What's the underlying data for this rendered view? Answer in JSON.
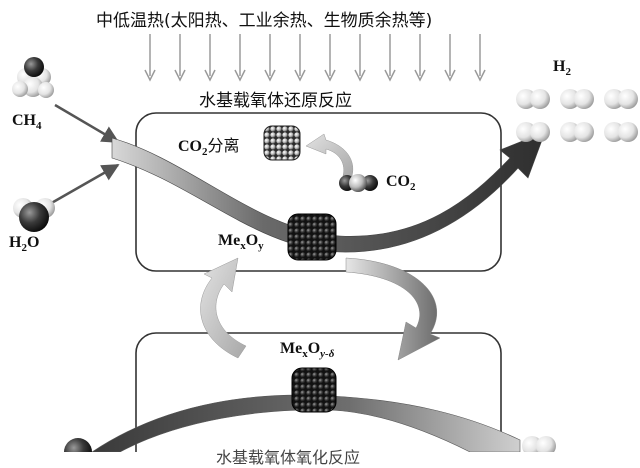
{
  "header": {
    "heat_source": "中低温热(太阳热、工业余热、生物质余热等)",
    "reaction_title": "水基载氧体还原反应"
  },
  "labels": {
    "ch4": {
      "base": "CH",
      "sub": "4"
    },
    "h2o": {
      "pre": "H",
      "sub": "2",
      "post": "O"
    },
    "h2": {
      "base": "H",
      "sub": "2"
    },
    "co2_separation": {
      "pre": "CO",
      "sub": "2",
      "post": "分离"
    },
    "co2": {
      "base": "CO",
      "sub": "2"
    },
    "mexoy": {
      "me": "Me",
      "x": "x",
      "o": "O",
      "y": "y"
    },
    "mexoy_delta": {
      "me": "Me",
      "x": "x",
      "o": "O",
      "y": "y-δ"
    },
    "bottom_cut_text": "水基载氧体氧化反应"
  },
  "icons": {
    "ch4": "methane-molecule-icon",
    "h2o": "water-molecule-icon",
    "h2": "hydrogen-molecule-icon",
    "co2": "co2-molecule-icon",
    "cluster": "metal-oxide-cluster-icon"
  },
  "colors": {
    "arrow_dark": "#404040",
    "arrow_light": "#c4c4c4",
    "box_stroke": "#333333"
  }
}
